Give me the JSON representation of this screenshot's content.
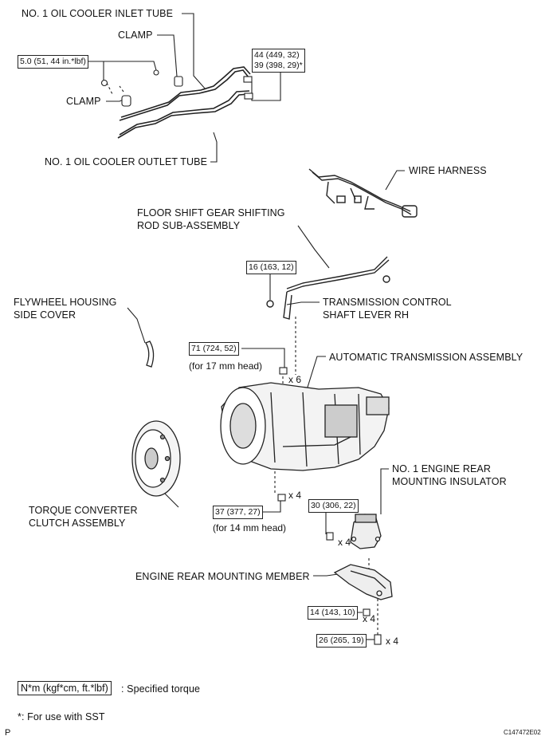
{
  "labels": {
    "inlet_tube": "NO. 1 OIL COOLER INLET TUBE",
    "clamp_upper": "CLAMP",
    "clamp_lower": "CLAMP",
    "outlet_tube": "NO. 1 OIL COOLER OUTLET TUBE",
    "wire_harness": "WIRE HARNESS",
    "floor_shift_line1": "FLOOR SHIFT GEAR SHIFTING",
    "floor_shift_line2": "ROD SUB-ASSEMBLY",
    "flywheel_line1": "FLYWHEEL HOUSING",
    "flywheel_line2": "SIDE COVER",
    "tcs_lever_line1": "TRANSMISSION CONTROL",
    "tcs_lever_line2": "SHAFT LEVER RH",
    "auto_trans": "AUTOMATIC TRANSMISSION ASSEMBLY",
    "torque_conv_line1": "TORQUE CONVERTER",
    "torque_conv_line2": "CLUTCH ASSEMBLY",
    "rear_insulator_line1": "NO. 1 ENGINE REAR",
    "rear_insulator_line2": "MOUNTING INSULATOR",
    "rear_member": "ENGINE REAR MOUNTING MEMBER"
  },
  "torques": {
    "clamp_bolt": "5.0 (51, 44 in.*lbf)",
    "tube_nut_1": "44 (449, 32)",
    "tube_nut_2": "39 (398, 29)*",
    "shift_rod_nut": "16 (163, 12)",
    "head17": "71 (724, 52)",
    "head14": "37 (377, 27)",
    "insulator_bolt": "30 (306, 22)",
    "member_nut": "14 (143, 10)",
    "member_bolt": "26 (265, 19)"
  },
  "notes": {
    "head17": "(for 17 mm head)",
    "head14": "(for 14 mm head)"
  },
  "multipliers": {
    "head17": "x 6",
    "head14": "x 4",
    "insulator": "x 4",
    "member_nut": "x 4",
    "member_bolt": "x 4"
  },
  "legend": {
    "unit_box": "N*m (kgf*cm, ft.*lbf)",
    "unit_text": ": Specified torque",
    "sst_note": "*: For use with SST"
  },
  "footer": {
    "left_mark": "P",
    "figure_code": "C147472E02"
  }
}
